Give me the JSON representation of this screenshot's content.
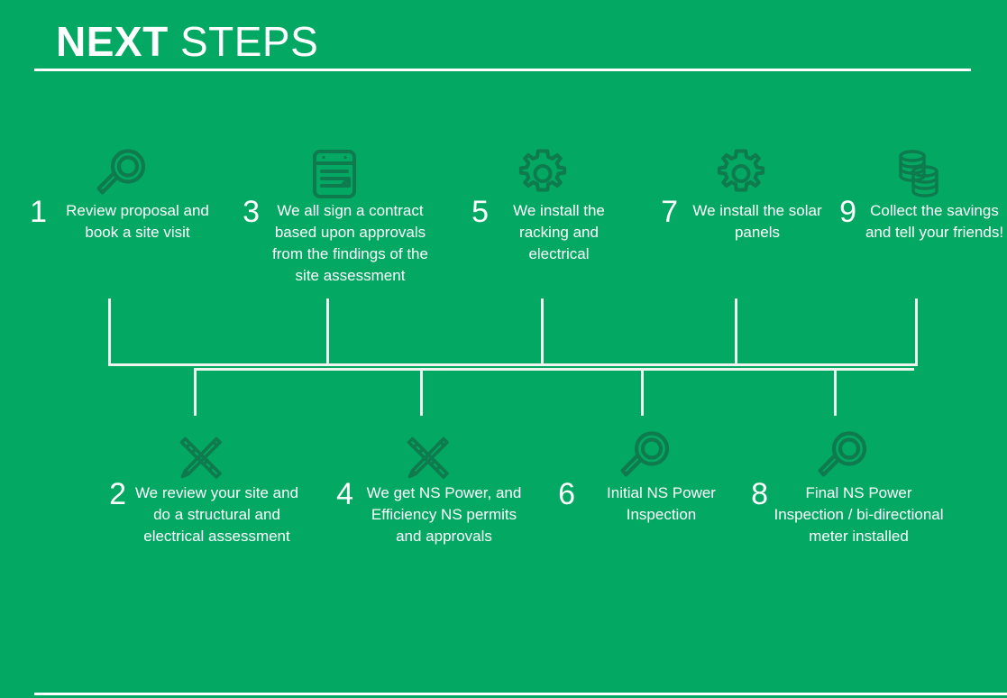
{
  "theme": {
    "background": "#03a863",
    "text_color": "#ffffff",
    "icon_color": "#0e7a4d",
    "rule_color": "#ffffff",
    "connector_color": "#eef4f0"
  },
  "header": {
    "title_strong": "NEXT",
    "title_light": " STEPS"
  },
  "steps": [
    {
      "number": "1",
      "text": "Review proposal and book a site visit",
      "icon": "magnifier-icon",
      "row": "top"
    },
    {
      "number": "2",
      "text": "We review your site and do a structural and electrical assessment",
      "icon": "pencil-ruler-icon",
      "row": "bottom"
    },
    {
      "number": "3",
      "text": "We all sign a contract based upon approvals from the findings of the site assessment",
      "icon": "contract-document-icon",
      "row": "top"
    },
    {
      "number": "4",
      "text": "We get NS Power, and Efficiency NS permits and approvals",
      "icon": "pencil-ruler-icon",
      "row": "bottom"
    },
    {
      "number": "5",
      "text": "We install the racking and electrical",
      "icon": "gear-icon",
      "row": "top"
    },
    {
      "number": "6",
      "text": "Initial NS Power Inspection",
      "icon": "magnifier-icon",
      "row": "bottom"
    },
    {
      "number": "7",
      "text": "We install the solar panels",
      "icon": "gear-icon",
      "row": "top"
    },
    {
      "number": "8",
      "text": "Final NS Power Inspection / bi-directional meter installed",
      "icon": "magnifier-icon",
      "row": "bottom"
    },
    {
      "number": "9",
      "text": "Collect the savings and tell your friends!",
      "icon": "coins-stack-icon",
      "row": "top"
    }
  ]
}
